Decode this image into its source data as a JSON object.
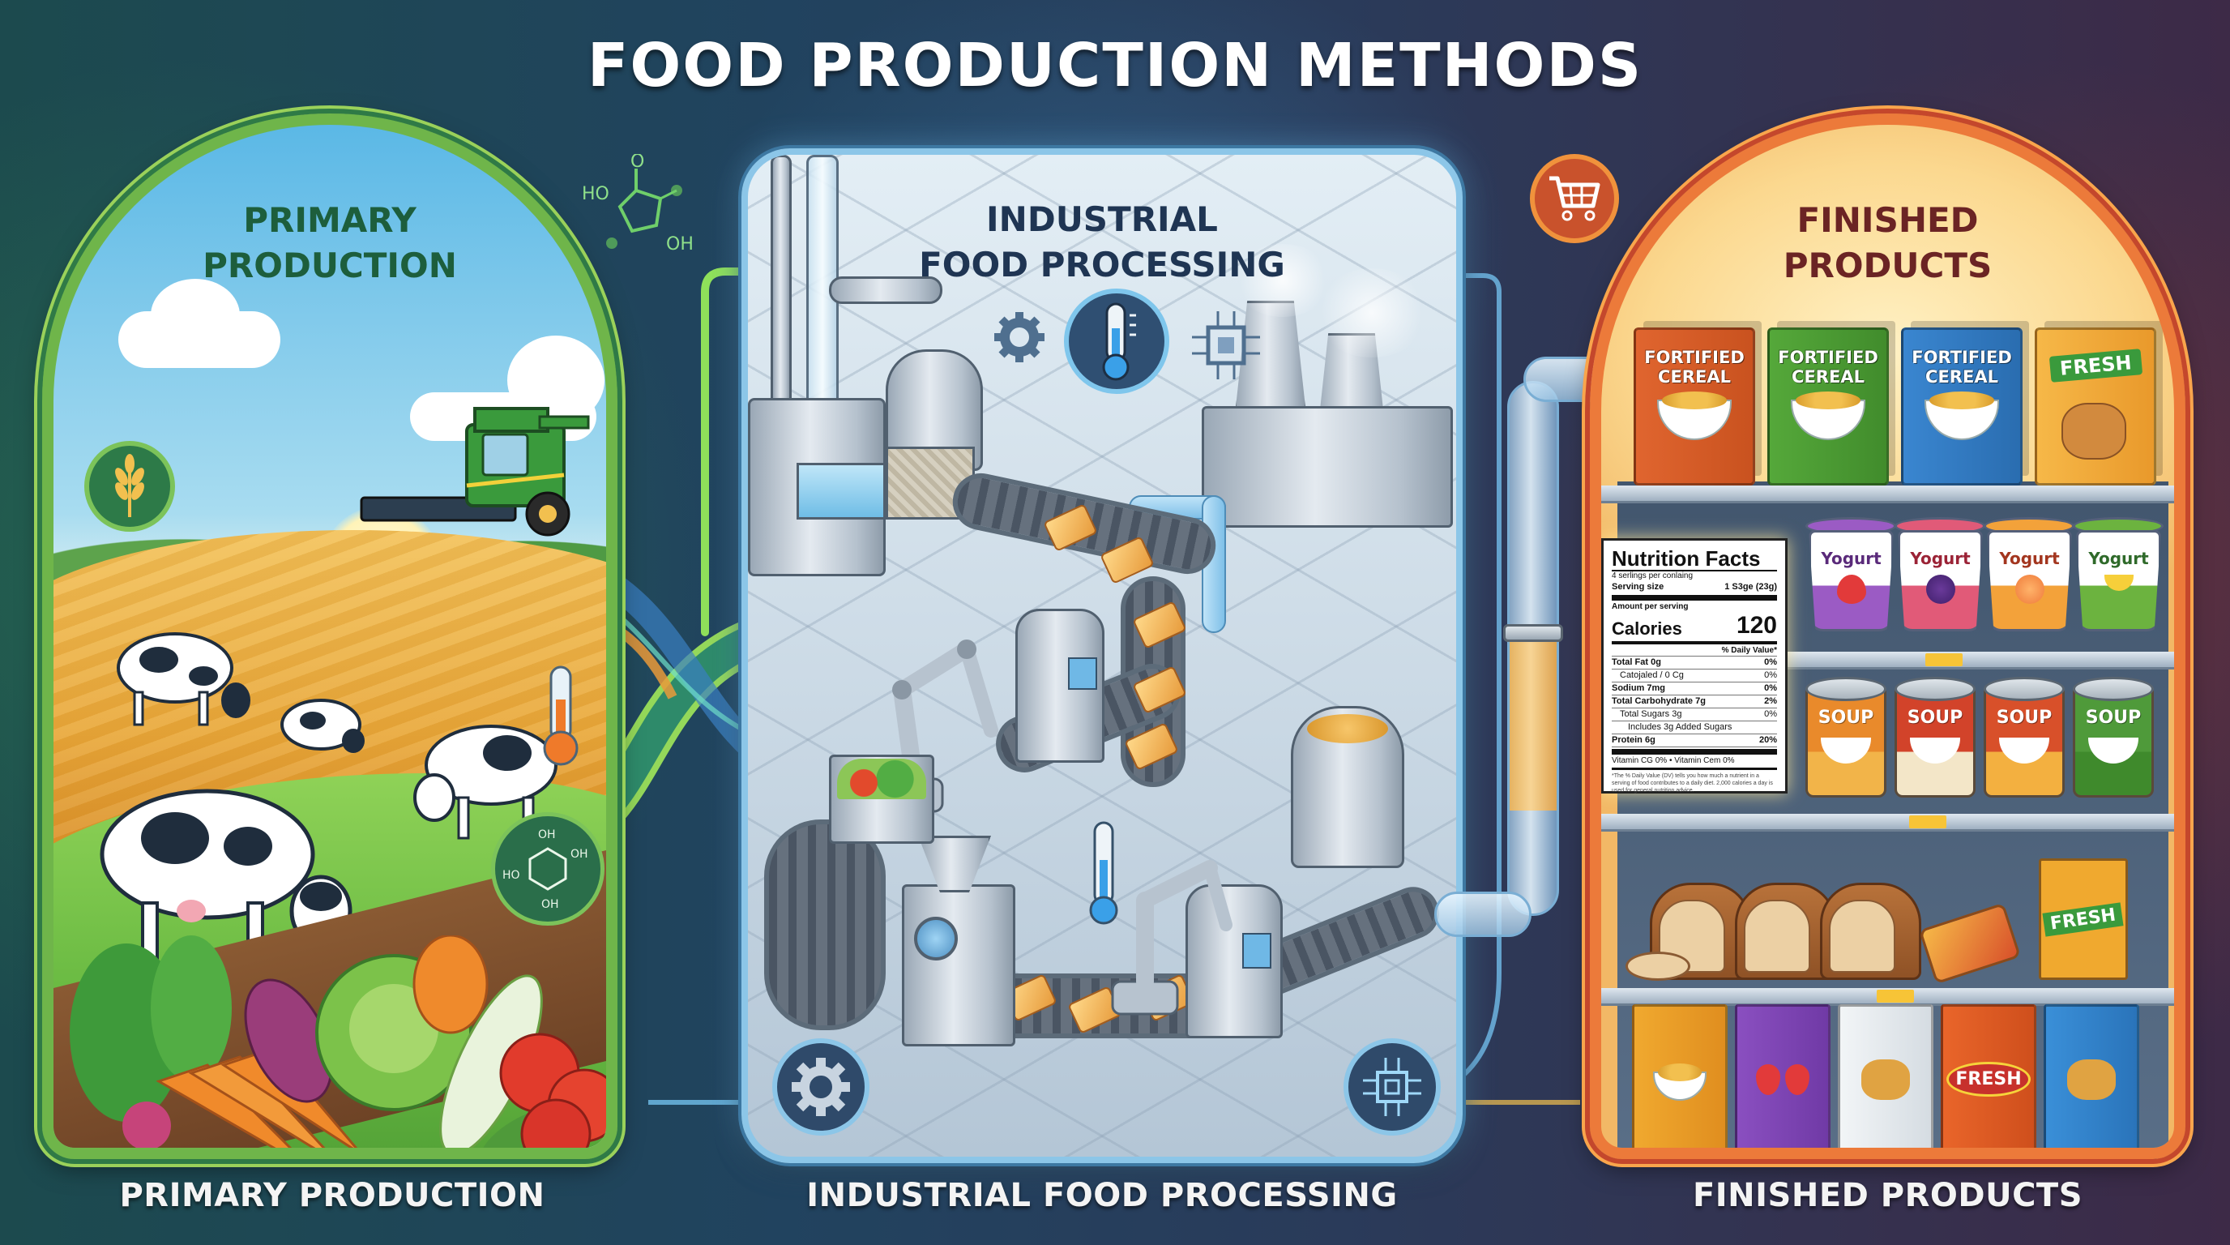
{
  "title": "FOOD PRODUCTION METHODS",
  "panels": {
    "primary": {
      "heading_line1": "PRIMARY",
      "heading_line2": "PRODUCTION",
      "caption": "PRIMARY PRODUCTION",
      "icons": [
        "wheat-icon",
        "thermometer-icon",
        "molecule-icon"
      ],
      "molecule_labels": {
        "top": [
          "HO",
          "O",
          "OH"
        ],
        "badge": [
          "OH",
          "OH",
          "HO",
          "OH"
        ]
      },
      "scene": [
        "harvester",
        "wheat-field",
        "cows",
        "vegetables"
      ],
      "colors": {
        "border": "#6fb54a",
        "heading": "#1d5e3c"
      }
    },
    "industrial": {
      "heading_line1": "INDUSTRIAL",
      "heading_line2": "FOOD PROCESSING",
      "caption": "INDUSTRIAL FOOD PROCESSING",
      "icons": [
        "gear-icon",
        "thermometer-icon",
        "chip-icon"
      ],
      "scene": [
        "pipes",
        "washing-machine",
        "conveyor-belts",
        "robot-arms",
        "cooking-vat",
        "smokestacks"
      ],
      "colors": {
        "border": "#8cc6e8",
        "heading": "#1f3553"
      }
    },
    "finished": {
      "heading_line1": "FINISHED",
      "heading_line2": "PRODUCTS",
      "caption": "FINISHED PRODUCTS",
      "icons": [
        "shopping-cart-icon"
      ],
      "colors": {
        "border": "#ec7a3a",
        "heading": "#6b2424"
      },
      "cereal_boxes": [
        {
          "line1": "FORTIFIED",
          "line2": "CEREAL",
          "color": "#e0652f"
        },
        {
          "line1": "FORTIFIED",
          "line2": "CEREAL",
          "color": "#55a83a"
        },
        {
          "line1": "FORTIFIED",
          "line2": "CEREAL",
          "color": "#3a86d0"
        },
        {
          "line1": "FRESH",
          "line2": "",
          "color": "#f2a93a"
        }
      ],
      "yogurts": [
        {
          "label": "Yogurt",
          "fruit": "strawberry",
          "color": "#9b5bc4",
          "text_color": "#5a2a7a"
        },
        {
          "label": "Yogurt",
          "fruit": "blackberry",
          "color": "#e15a78",
          "text_color": "#9b2336"
        },
        {
          "label": "Yogurt",
          "fruit": "peach",
          "color": "#f3a23a",
          "text_color": "#a3361f"
        },
        {
          "label": "Yogurt",
          "fruit": "banana",
          "color": "#6cb33f",
          "text_color": "#2f6a2a"
        }
      ],
      "soups": [
        {
          "label": "SOUP",
          "color": "#e98a2b",
          "soup": "#e0542c"
        },
        {
          "label": "SOUP",
          "color": "#d2432a",
          "soup": "#8cc04a"
        },
        {
          "label": "SOUP",
          "color": "#d8502a",
          "soup": "#f0a640"
        },
        {
          "label": "SOUP",
          "color": "#4f9a3a",
          "soup": "#e9c04a"
        }
      ],
      "nutrition_facts": {
        "title": "Nutrition Facts",
        "servings": "4 serlings per conlaing",
        "serving_size_label": "Serving size",
        "serving_size_value": "1 S3ge (23g)",
        "amount_per_serving": "Amount per serving",
        "calories_label": "Calories",
        "calories_value": "120",
        "daily_value_header": "% Daily Value*",
        "rows": [
          {
            "label": "Total Fat 0g",
            "value": "0%",
            "bold": true
          },
          {
            "label": "Catojaled / 0 Cg",
            "value": "0%",
            "bold": false
          },
          {
            "label": "Sodium 7mg",
            "value": "0%",
            "bold": true
          },
          {
            "label": "Total Carbohydrate 7g",
            "value": "2%",
            "bold": true
          },
          {
            "label": "Total Sugars 3g",
            "value": "0%",
            "bold": false
          },
          {
            "label": "Includes 3g Added Sugars",
            "value": "",
            "bold": false
          },
          {
            "label": "Protein 6g",
            "value": "20%",
            "bold": true
          }
        ],
        "vitamins": "Vitamin CG 0%  •  Vitamin Cem 0%",
        "footnote": "*The % Daily Value (DV) tells you how much a nutrient in a serving of food contributes to a daily diet. 2,000 calories a day is used for general nutrition advice."
      },
      "bread_shelf": {
        "fresh_bag_label": "FRESH"
      },
      "snack_bags": [
        {
          "color": "#f0a92f",
          "art": "cereal-bowl"
        },
        {
          "color": "#8a4fc0",
          "art": "strawberries"
        },
        {
          "color": "#e6ebef",
          "art": "nuggets"
        },
        {
          "color": "#e9652a",
          "art": "fresh-badge",
          "label": "FRESH"
        },
        {
          "color": "#3a8fd8",
          "art": "nuggets"
        }
      ]
    }
  },
  "background": {
    "left": "#1c4a4e",
    "mid": "#21435f",
    "right": "#3d2a47"
  }
}
